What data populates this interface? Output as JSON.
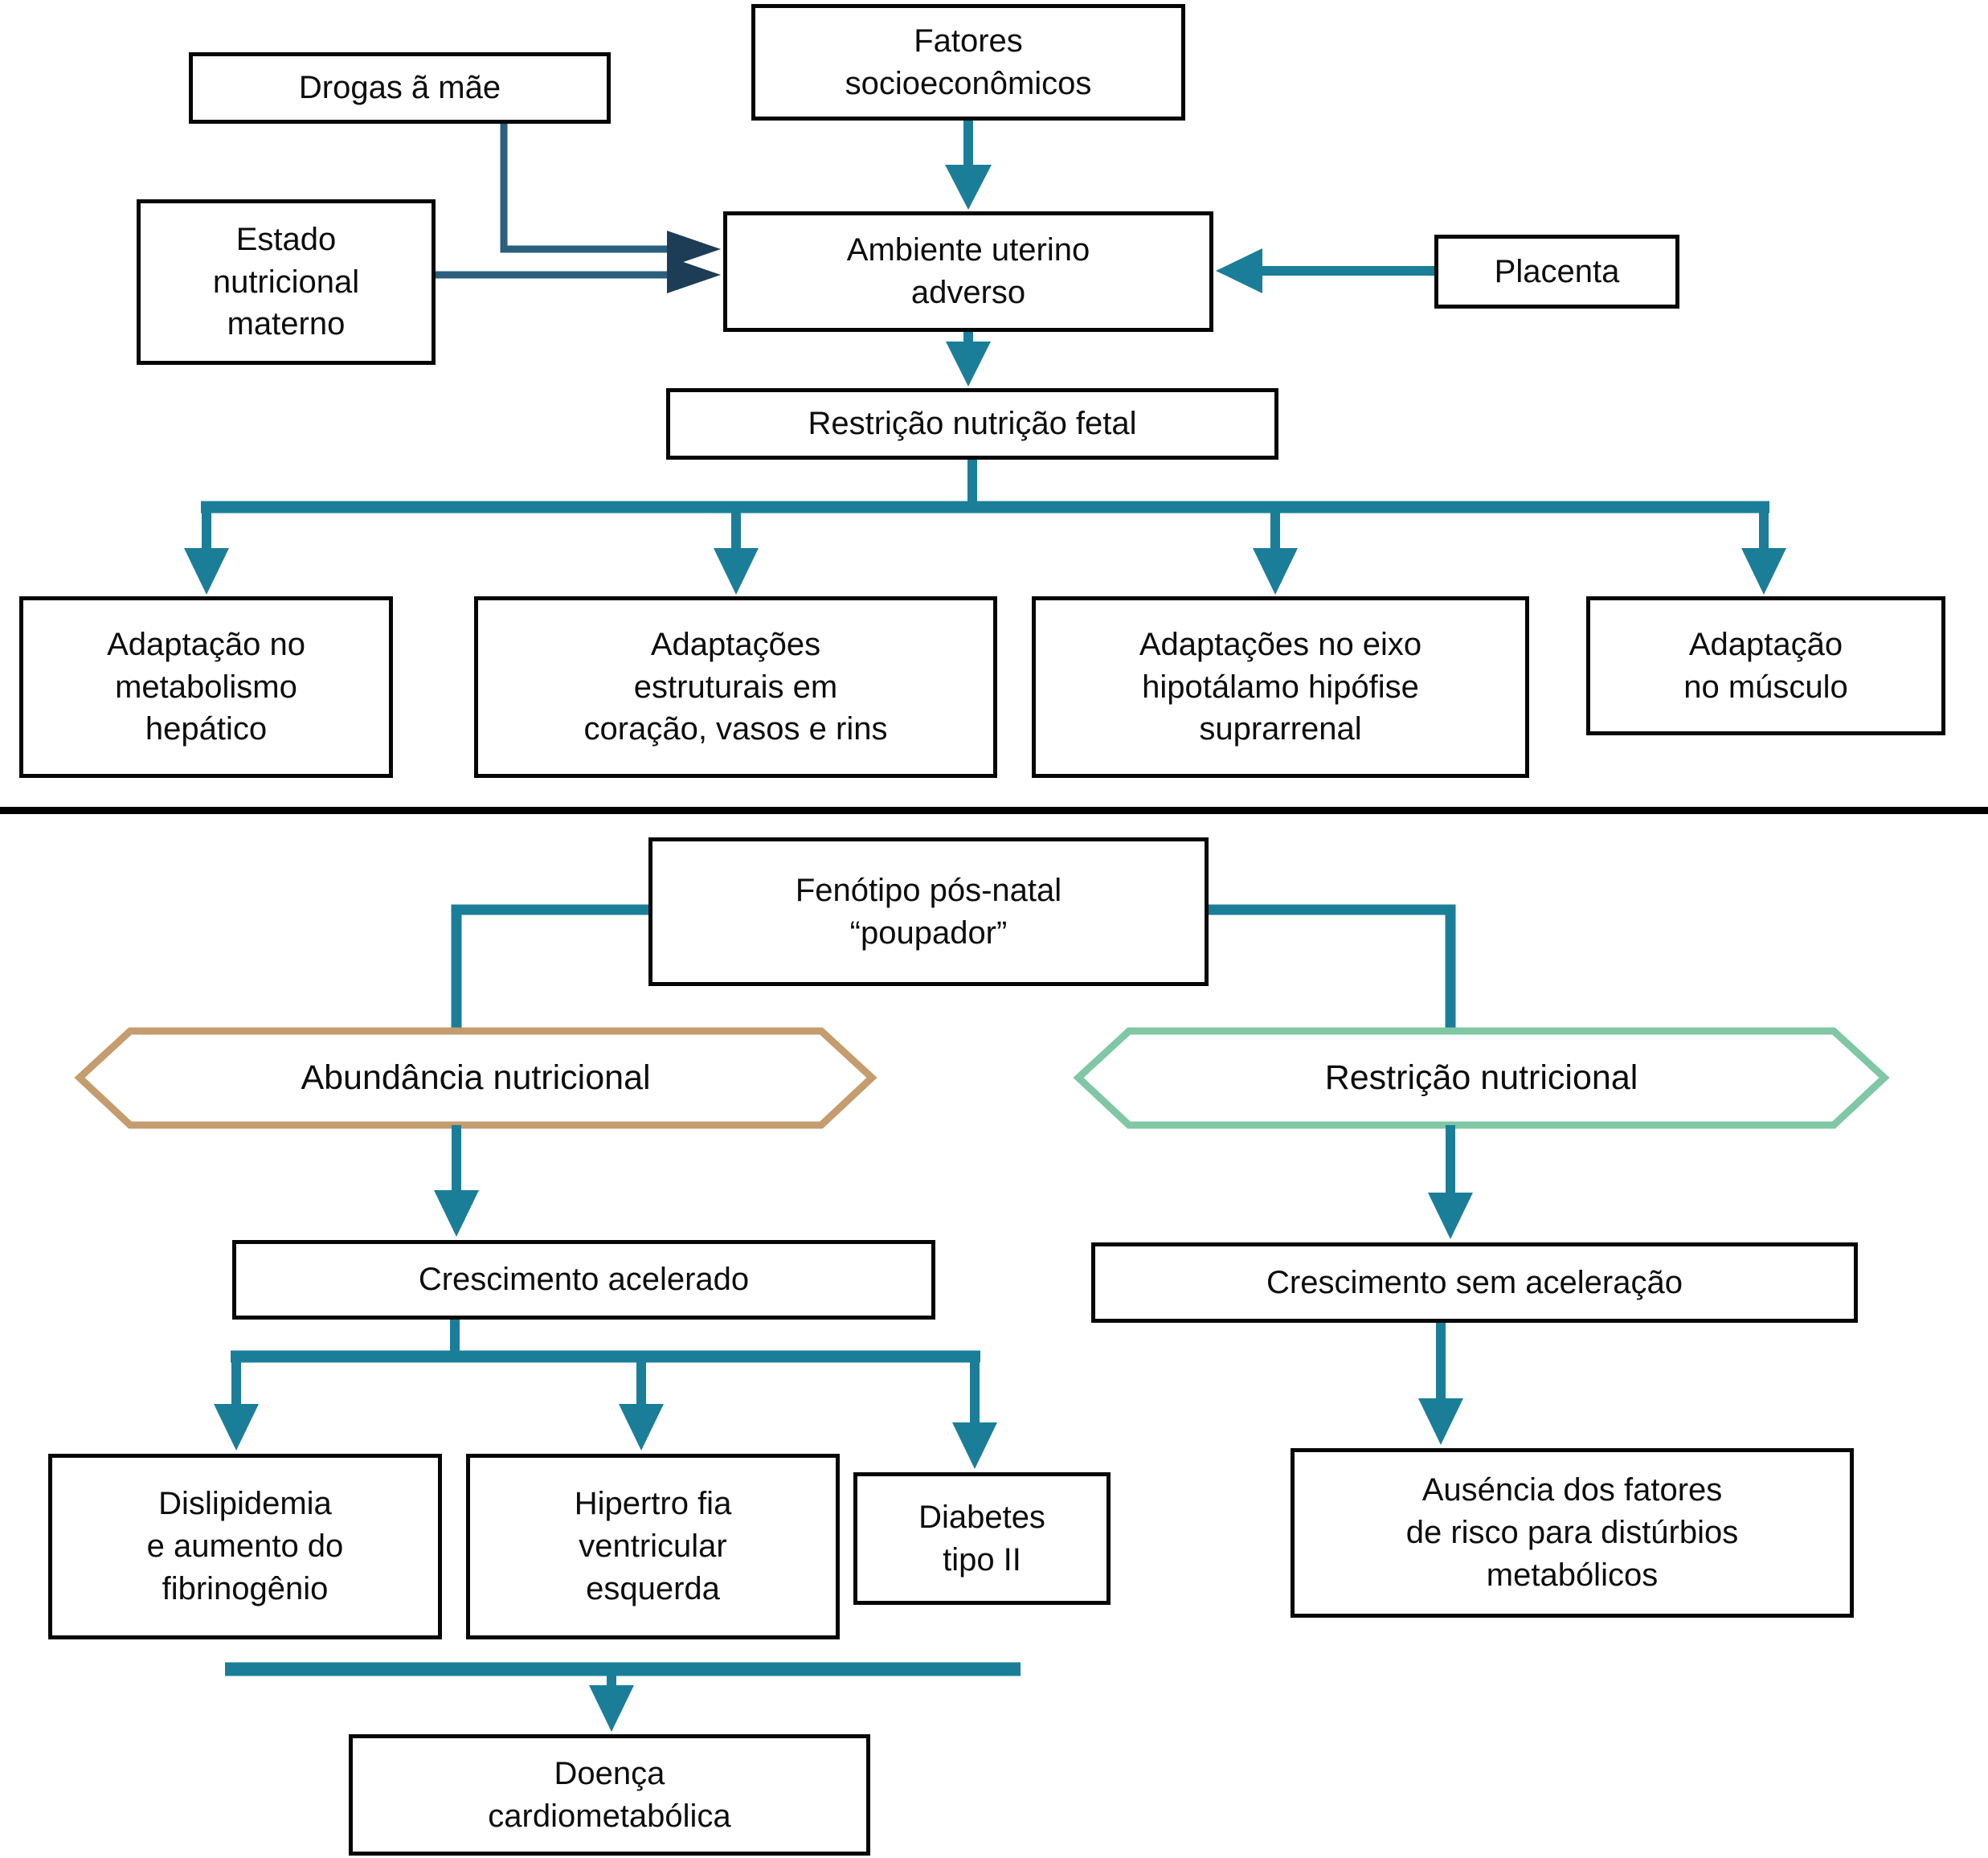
{
  "diagram": {
    "colors": {
      "arrow_teal": "#1b7e99",
      "arrow_dark_line": "#2a5f7d",
      "arrow_dark_head": "#1c3d55",
      "hexagon_abundancia_border": "#c49c6e",
      "hexagon_restricao_border": "#80c7a4",
      "box_border": "#060606",
      "divider": "#000000"
    },
    "sections": {
      "prenatal": {
        "nodes": {
          "drogas": "Drogas ã mãe",
          "fatores": "Fatores\nsocioeconômicos",
          "estado": "Estado\nnutricional\nmaterno",
          "ambiente": "Ambiente uterino\nadverso",
          "placenta": "Placenta",
          "restricao_fetal": "Restrição nutrição fetal",
          "adaptacao_hepatica": "Adaptação no\nmetabolismo\nhepático",
          "adaptacoes_estruturais": "Adaptações\nestruturais em\ncoração, vasos e rins",
          "adaptacoes_eixo": "Adaptações no eixo\nhipotálamo hipófise\nsuprarrenal",
          "adaptacao_musculo": "Adaptação\nno músculo"
        }
      },
      "postnatal": {
        "nodes": {
          "fenotipo": "Fenótipo pós-natal\n“poupador”",
          "abundancia": "Abundância nutricional",
          "restricao_nutricional": "Restrição nutricional",
          "crescimento_acelerado": "Crescimento acelerado",
          "crescimento_sem": "Crescimento sem aceleração",
          "dislipidemia": "Dislipidemia\ne aumento do\nfibrinogênio",
          "hipertrofia": "Hipertro fia\nventricular\nesquerda",
          "diabetes": "Diabetes\ntipo II",
          "ausencia": "Auséncia dos fatores\nde risco para distúrbios\nmetabólicos",
          "doenca": "Doença\ncardiometabólica"
        }
      }
    }
  }
}
